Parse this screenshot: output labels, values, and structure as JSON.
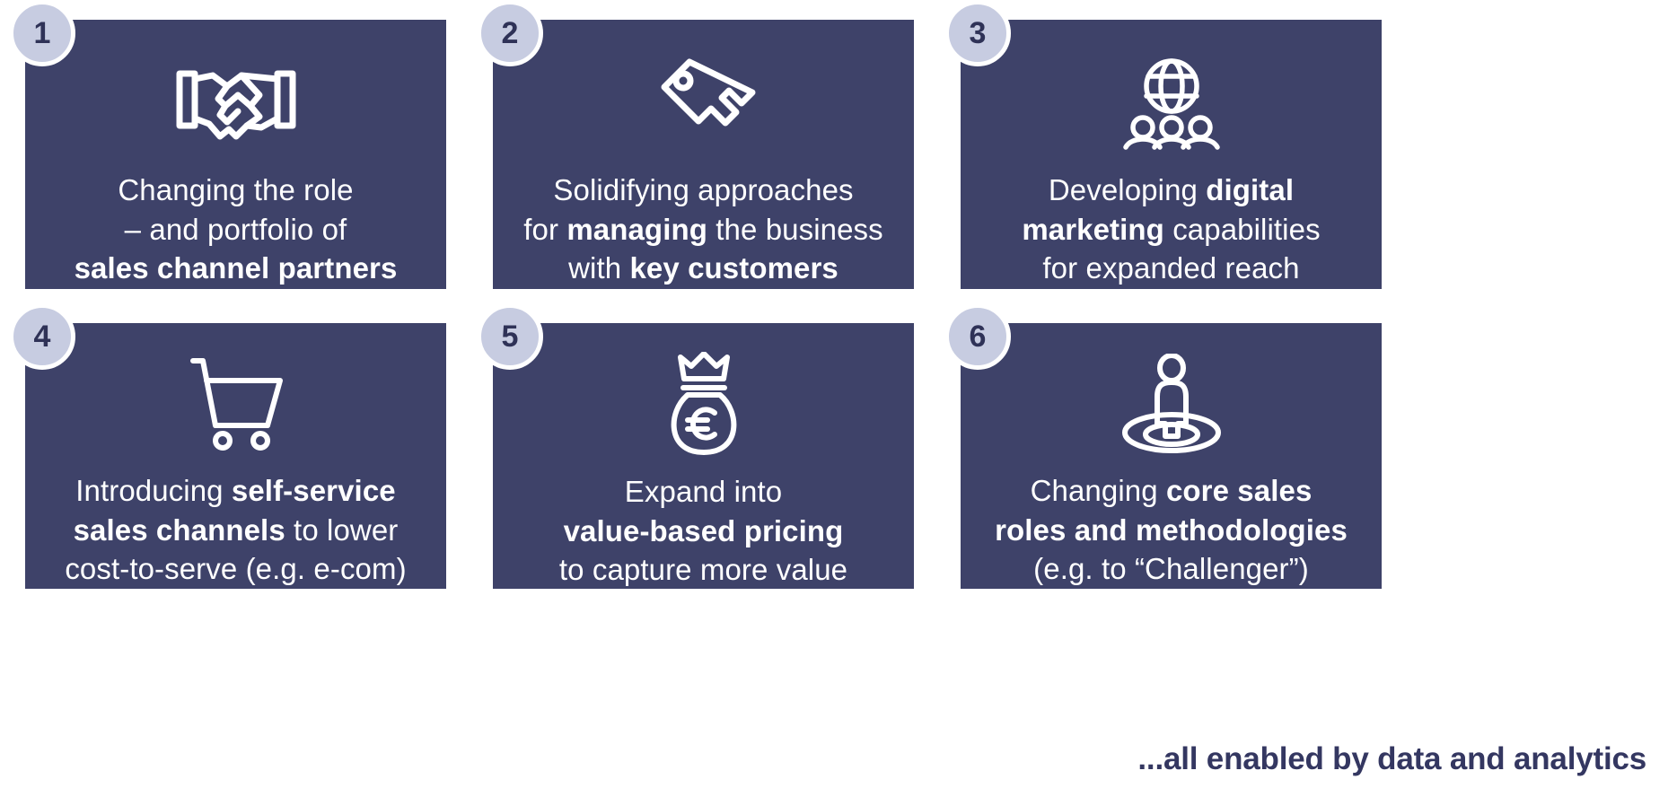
{
  "theme": {
    "card_bg": "#3e4269",
    "badge_bg": "#c7cce1",
    "badge_text": "#2f3257",
    "card_text": "#ffffff",
    "footer_text": "#343761",
    "page_bg": "#ffffff"
  },
  "cards": [
    {
      "number": "1",
      "icon": "handshake-icon",
      "lines": [
        [
          {
            "t": "Changing the role",
            "b": false
          }
        ],
        [
          {
            "t": "– and portfolio of",
            "b": false
          }
        ],
        [
          {
            "t": "sales channel partners",
            "b": true
          }
        ]
      ],
      "plain": "Changing the role – and portfolio of sales channel partners"
    },
    {
      "number": "2",
      "icon": "key-icon",
      "lines": [
        [
          {
            "t": "Solidifying approaches",
            "b": false
          }
        ],
        [
          {
            "t": "for ",
            "b": false
          },
          {
            "t": "managing",
            "b": true
          },
          {
            "t": " the business",
            "b": false
          }
        ],
        [
          {
            "t": "with ",
            "b": false
          },
          {
            "t": "key customers",
            "b": true
          }
        ]
      ],
      "plain": "Solidifying approaches for managing the business with key customers"
    },
    {
      "number": "3",
      "icon": "globe-people-icon",
      "lines": [
        [
          {
            "t": "Developing ",
            "b": false
          },
          {
            "t": "digital",
            "b": true
          }
        ],
        [
          {
            "t": "marketing",
            "b": true
          },
          {
            "t": " capabilities",
            "b": false
          }
        ],
        [
          {
            "t": "for expanded reach",
            "b": false
          }
        ]
      ],
      "plain": "Developing digital marketing capabilities for expanded reach"
    },
    {
      "number": "4",
      "icon": "shopping-cart-icon",
      "lines": [
        [
          {
            "t": "Introducing ",
            "b": false
          },
          {
            "t": "self-service",
            "b": true
          }
        ],
        [
          {
            "t": "sales channels",
            "b": true
          },
          {
            "t": " to lower",
            "b": false
          }
        ],
        [
          {
            "t": "cost-to-serve (e.g. e-com)",
            "b": false
          }
        ]
      ],
      "plain": "Introducing self-service sales channels to lower cost-to-serve (e.g. e-com)"
    },
    {
      "number": "5",
      "icon": "money-bag-euro-icon",
      "lines": [
        [
          {
            "t": "Expand into",
            "b": false
          }
        ],
        [
          {
            "t": "value-based pricing",
            "b": true
          }
        ],
        [
          {
            "t": "to capture more value",
            "b": false
          }
        ]
      ],
      "plain": "Expand into value-based pricing to capture more value"
    },
    {
      "number": "6",
      "icon": "person-target-icon",
      "lines": [
        [
          {
            "t": "Changing ",
            "b": false
          },
          {
            "t": "core sales",
            "b": true
          }
        ],
        [
          {
            "t": "roles and methodologies",
            "b": true
          }
        ],
        [
          {
            "t": "(e.g. to “Challenger”)",
            "b": false
          }
        ]
      ],
      "plain": "Changing core sales roles and methodologies (e.g. to “Challenger”)"
    }
  ],
  "footer": {
    "text": "...all enabled by data and analytics"
  }
}
